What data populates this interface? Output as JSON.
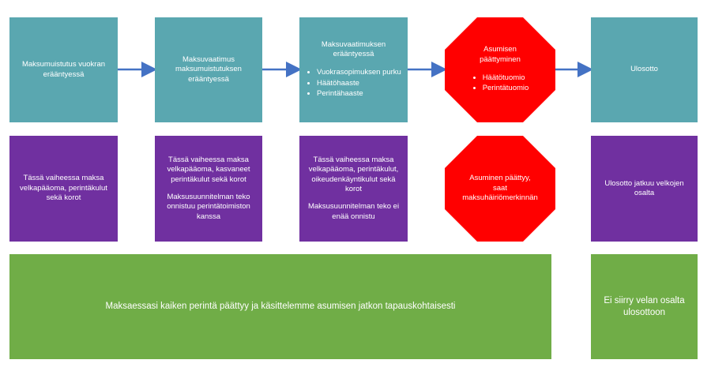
{
  "colors": {
    "teal": "#5aa7b0",
    "purple": "#7030a0",
    "green": "#70ad47",
    "red": "#ff0000",
    "arrow": "#4472c4"
  },
  "row1": {
    "step1": "Maksumuistutus vuokran erääntyessä",
    "step2": "Maksuvaatimus maksumuistutuksen erääntyessä",
    "step3": {
      "title": "Maksuvaatimuksen erääntyessä",
      "items": [
        "Vuokrasopimuksen purku",
        "Häätöhaaste",
        "Perintähaaste"
      ]
    },
    "step4": {
      "title": "Asumisen päättyminen",
      "items": [
        "Häätötuomio",
        "Perintätuomio"
      ]
    },
    "step5": "Ulosotto"
  },
  "row2": {
    "box1": "Tässä vaiheessa maksa velkapääoma, perintäkulut sekä korot",
    "box2": {
      "p1": "Tässä vaiheessa maksa velkapääoma, kasvaneet perintäkulut sekä korot",
      "p2": "Maksusuunnitelman teko onnistuu perintätoimiston kanssa"
    },
    "box3": {
      "p1": "Tässä vaiheessa maksa velkapääoma, perintäkulut, oikeudenkäyntikulut sekä korot",
      "p2": "Maksusuunnitelman teko ei enää onnistu"
    },
    "octagon": "Asuminen päättyy, saat maksuhäiriömerkinnän",
    "box5": "Ulosotto jatkuu velkojen osalta"
  },
  "row3": {
    "wide": "Maksaessasi kaiken perintä päättyy ja käsittelemme asumisen jatkon tapauskohtaisesti",
    "right": "Ei siirry velan osalta ulosottoon"
  }
}
